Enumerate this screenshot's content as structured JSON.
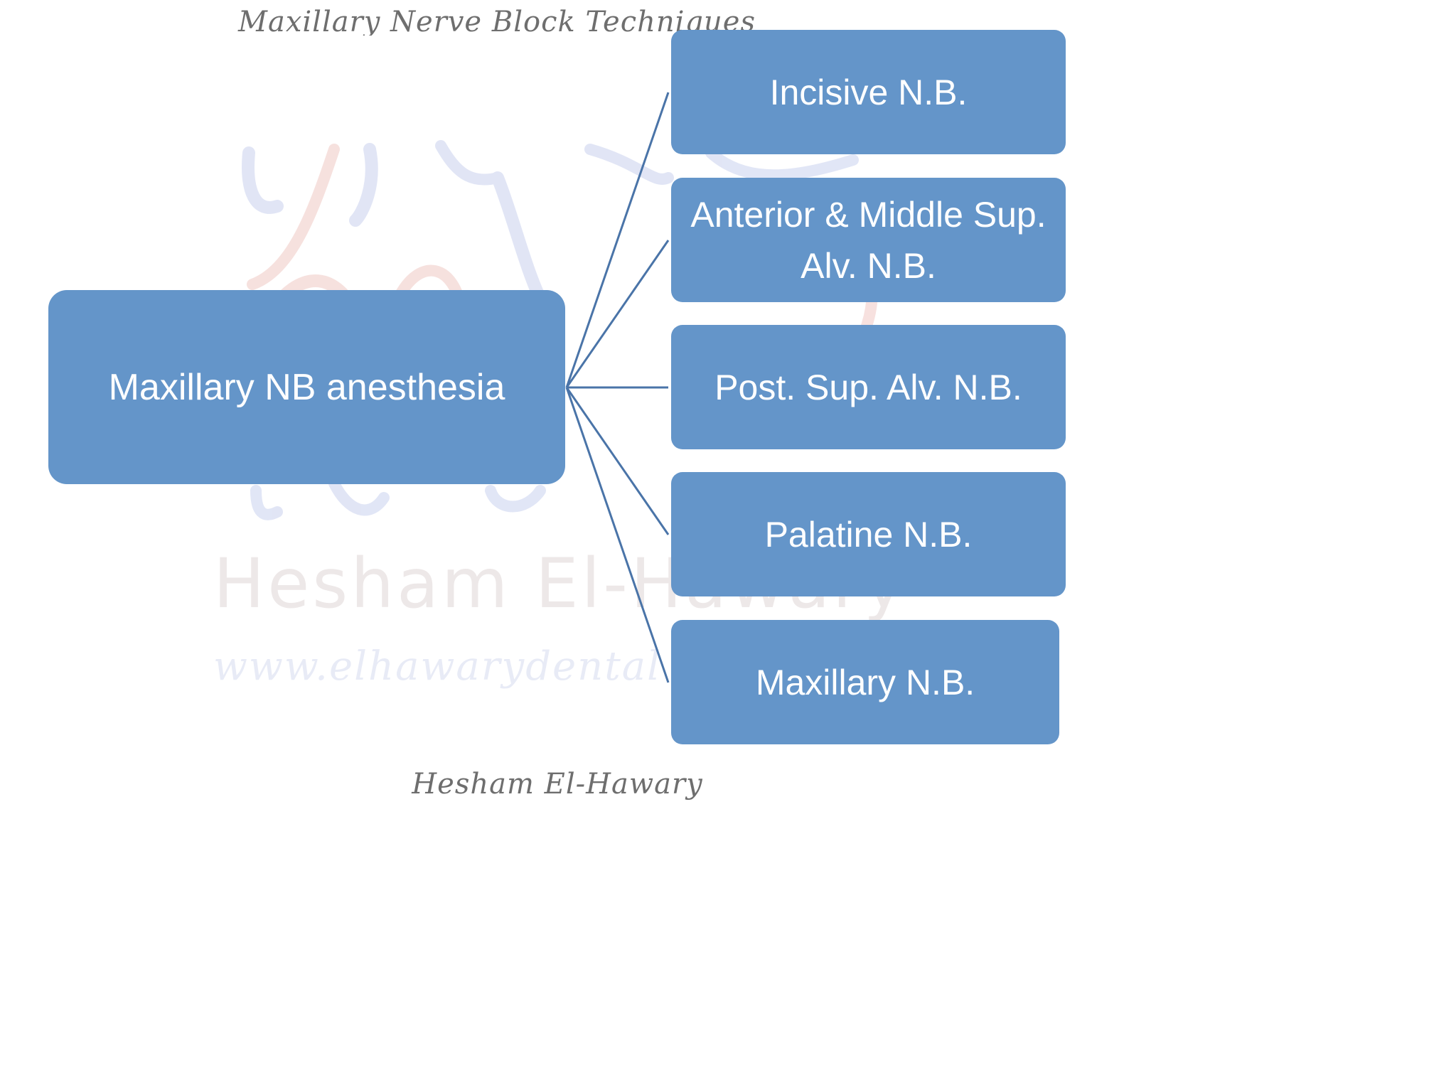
{
  "title": "Maxillary Nerve Block Techniques",
  "footer": "Hesham El-Hawary",
  "watermark": {
    "name": "Hesham El-Hawary",
    "url": "www.elhawarydental"
  },
  "colors": {
    "box_fill": "#6495c9",
    "connector": "#4a74a8",
    "box_text": "#ffffff",
    "caption_text": "#6e6e6e"
  },
  "diagram": {
    "root": "Maxillary NB anesthesia",
    "children": [
      "Incisive N.B.",
      "Anterior & Middle Sup. Alv. N.B.",
      "Post. Sup. Alv. N.B.",
      "Palatine N.B.",
      "Maxillary N.B."
    ]
  }
}
